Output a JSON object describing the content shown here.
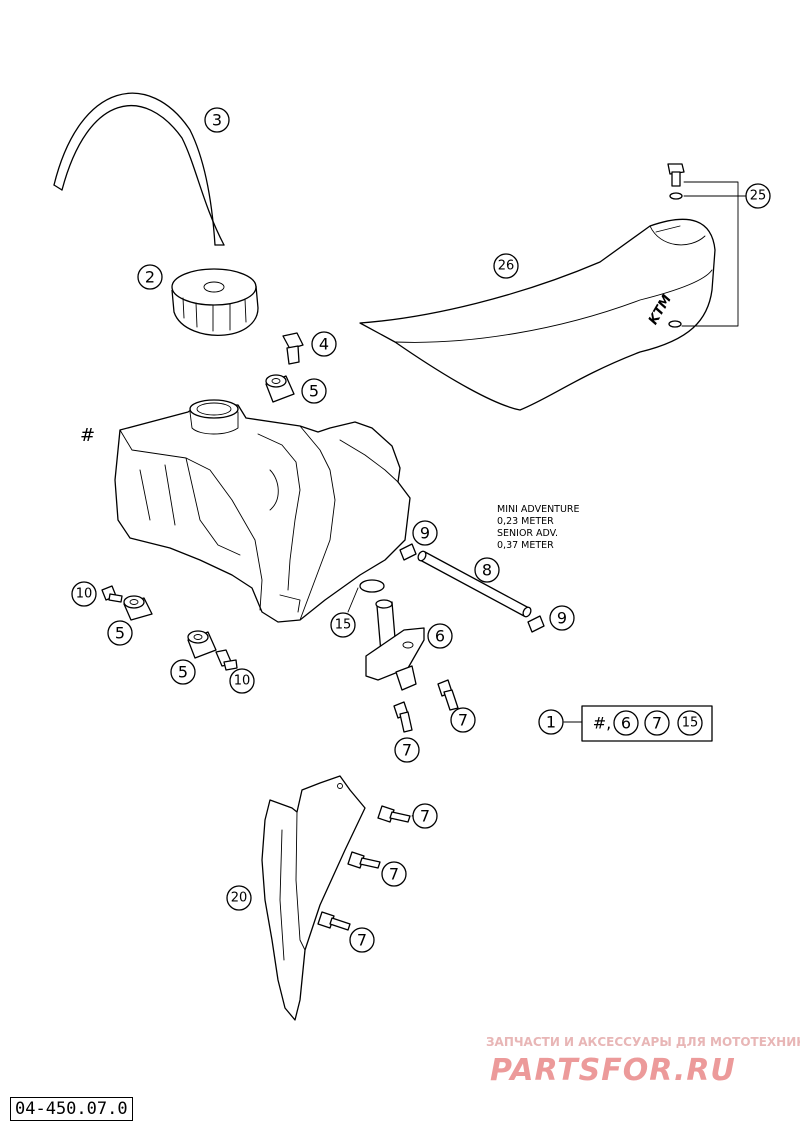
{
  "figure_number": "04-450.07.0",
  "callouts": {
    "c1": "1",
    "c2": "2",
    "c3": "3",
    "c4": "4",
    "c5a": "5",
    "c5b": "5",
    "c5c": "5",
    "c6": "6",
    "c7a": "7",
    "c7b": "7",
    "c7c": "7",
    "c7d": "7",
    "c7e": "7",
    "c8": "8",
    "c9a": "9",
    "c9b": "9",
    "c10a": "10",
    "c10b": "10",
    "c15": "15",
    "c20": "20",
    "c25": "25",
    "c26": "26"
  },
  "tank_marker": "#",
  "kit_box": {
    "prefix": "#,",
    "items": [
      "6",
      "7",
      "15"
    ]
  },
  "hose_note": [
    "MINI ADVENTURE",
    "0,23 METER",
    "SENIOR ADV.",
    "0,37 METER"
  ],
  "seat_logo": "KTM",
  "watermark": {
    "tagline": "ЗАПЧАСТИ И АКСЕССУАРЫ ДЛЯ МОТОТЕХНИКИ",
    "brand": "PARTSFOR.RU"
  },
  "colors": {
    "line": "#000000",
    "watermark": "#ec9a9a",
    "background": "#ffffff"
  }
}
